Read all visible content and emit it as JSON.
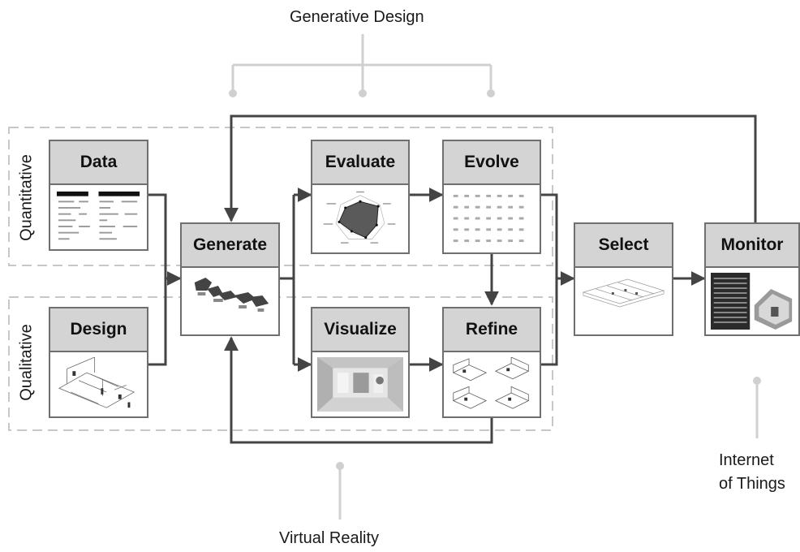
{
  "labels": {
    "generative_design": "Generative Design",
    "virtual_reality": "Virtual Reality",
    "internet_of_things_line1": "Internet",
    "internet_of_things_line2": "of Things",
    "quantitative": "Quantitative",
    "qualitative": "Qualitative"
  },
  "nodes": {
    "data": "Data",
    "design": "Design",
    "generate": "Generate",
    "evaluate": "Evaluate",
    "evolve": "Evolve",
    "visualize": "Visualize",
    "refine": "Refine",
    "select": "Select",
    "monitor": "Monitor"
  },
  "colors": {
    "connector": "#444444",
    "bracket": "#d0d0d0",
    "dashed_group": "#c8c8c8",
    "header_fill": "#d4d4d4",
    "box_border": "#6f6f6f"
  }
}
